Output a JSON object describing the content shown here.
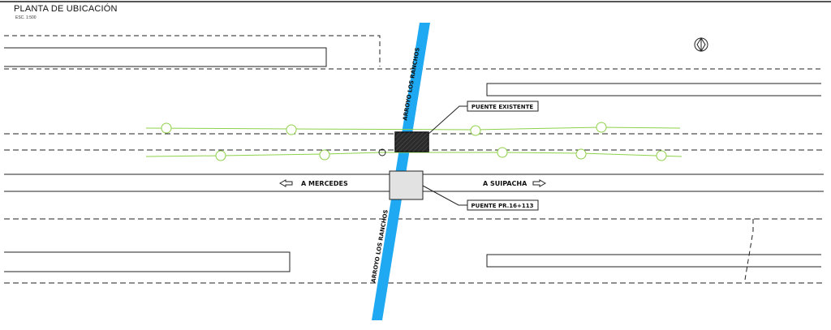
{
  "header": {
    "title": "PLANTA DE UBICACIÓN",
    "scale": "ESC. 1:500"
  },
  "labels": {
    "arroyo_top": "ARROYO LOS RANCHOS",
    "arroyo_bottom": "ARROYO LOS RANCHOS",
    "bridge_existing": "PUENTE EXISTENTE",
    "bridge_new": "PUENTE PR.16+113",
    "direction_left": "A MERCEDES",
    "direction_right": "A SUIPACHA"
  },
  "colors": {
    "stream": "#1ea9f2",
    "trees": "#8ed14a",
    "lines": "#222222",
    "bridge_existing_fill": "#2b2b2b",
    "bridge_new_fill": "#e2e2e2"
  },
  "icons": {
    "north": "north-arrow-icon"
  }
}
